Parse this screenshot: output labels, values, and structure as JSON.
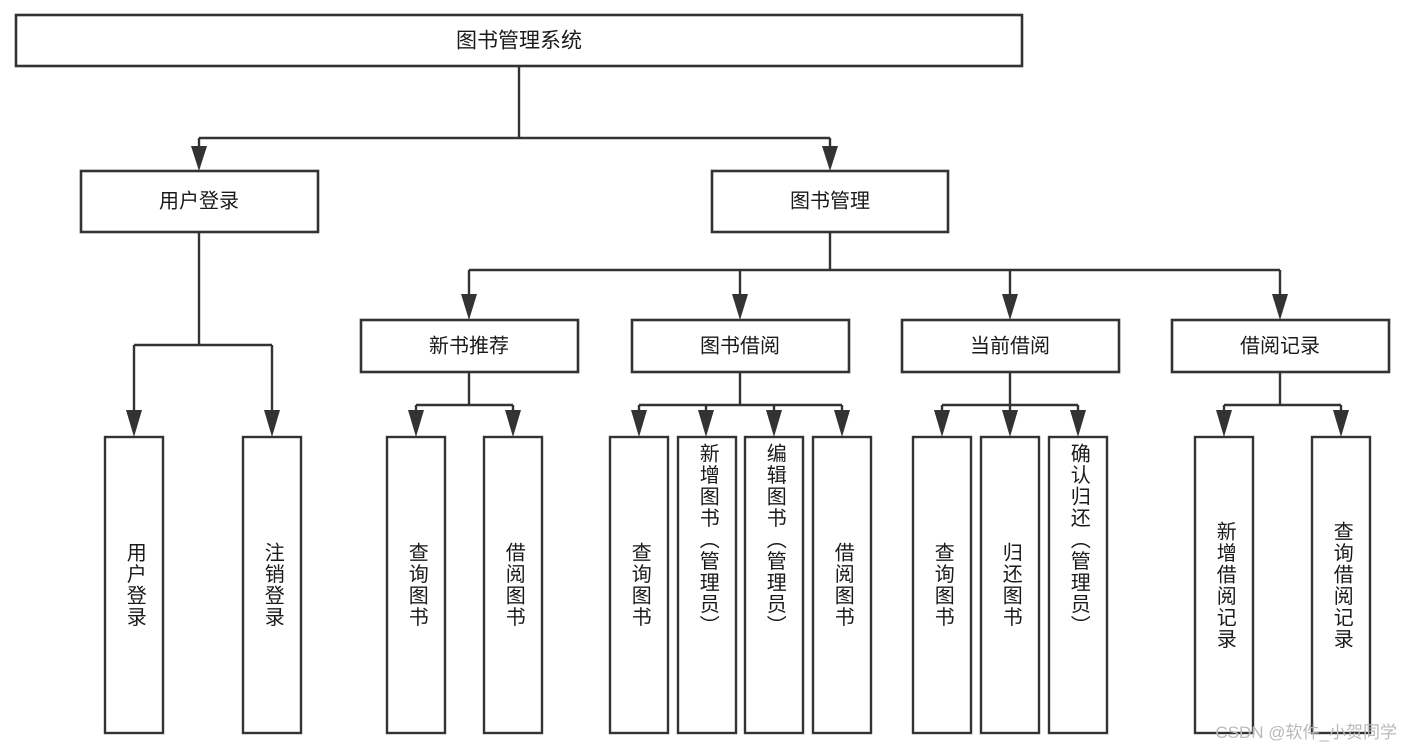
{
  "diagram": {
    "title_node": {
      "label": "图书管理系统"
    },
    "level1": [
      {
        "id": "user-login",
        "label": "用户登录"
      },
      {
        "id": "book-manage",
        "label": "图书管理"
      }
    ],
    "level2": [
      {
        "id": "new-book-recommend",
        "label": "新书推荐"
      },
      {
        "id": "book-borrow",
        "label": "图书借阅"
      },
      {
        "id": "current-borrow",
        "label": "当前借阅"
      },
      {
        "id": "borrow-record",
        "label": "借阅记录"
      }
    ],
    "leaves": [
      {
        "id": "leaf-user-login",
        "label": "用户登录"
      },
      {
        "id": "leaf-logout-login",
        "label": "注销登录"
      },
      {
        "id": "leaf-query-book-1",
        "label": "查询图书"
      },
      {
        "id": "leaf-borrow-book-1",
        "label": "借阅图书"
      },
      {
        "id": "leaf-query-book-2",
        "label": "查询图书"
      },
      {
        "id": "leaf-add-book",
        "label": "新增图书（管理员）"
      },
      {
        "id": "leaf-edit-book",
        "label": "编辑图书（管理员）"
      },
      {
        "id": "leaf-borrow-book-2",
        "label": "借阅图书"
      },
      {
        "id": "leaf-query-book-3",
        "label": "查询图书"
      },
      {
        "id": "leaf-return-book",
        "label": "归还图书"
      },
      {
        "id": "leaf-confirm-return",
        "label": "确认归还（管理员）"
      },
      {
        "id": "leaf-add-record",
        "label": "新增借阅记录"
      },
      {
        "id": "leaf-query-record",
        "label": "查询借阅记录"
      }
    ]
  },
  "watermark": {
    "text": "CSDN @软件_小贺同学"
  },
  "colors": {
    "stroke": "#333333",
    "fill": "#ffffff",
    "text": "#1a1a1a",
    "watermark": "#b9b9b9"
  }
}
